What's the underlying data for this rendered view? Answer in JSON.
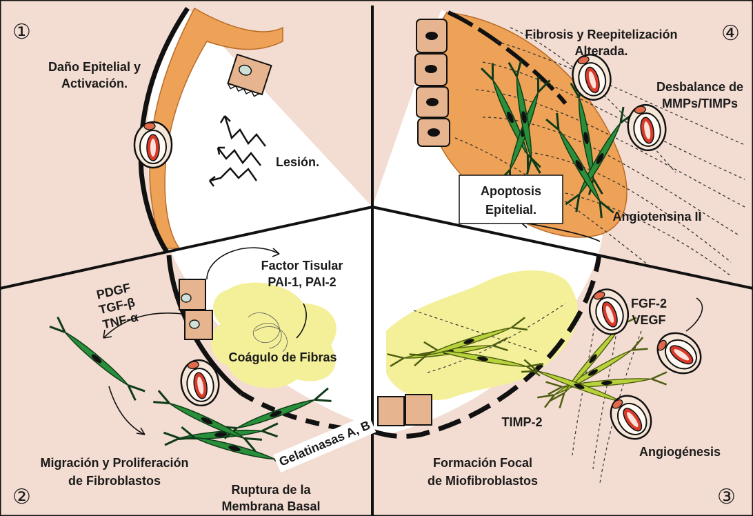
{
  "panels": [
    {
      "number": "①",
      "title_lines": [
        "Daño Epitelial y",
        "Activación."
      ],
      "labels": {
        "injury": "Lesión."
      }
    },
    {
      "number": "②",
      "title_lines": [
        "Migración y Proliferación",
        "de Fibroblastos"
      ],
      "labels": {
        "growth_factors": [
          "PDGF",
          "TGF-β",
          "TNF-α"
        ],
        "tissue_factor": [
          "Factor Tisular",
          "PAI-1, PAI-2"
        ],
        "clot": "Coágulo de Fibras",
        "basement_membrane": [
          "Ruptura de la",
          "Membrana Basal"
        ],
        "gelatinases": "Gelatinasas A, B"
      }
    },
    {
      "number": "③",
      "title_lines": [
        "Formación Focal",
        "de Miofibroblastos"
      ],
      "labels": {
        "factors": [
          "FGF-2",
          "VEGF"
        ],
        "timp": "TIMP-2",
        "angiogenesis": "Angiogénesis"
      }
    },
    {
      "number": "④",
      "title_lines": [
        "Fibrosis y Reepitelización",
        "Alterada."
      ],
      "labels": {
        "imbalance": [
          "Desbalance de",
          "MMPs/TIMPs"
        ],
        "apoptosis": [
          "Apoptosis",
          "Epitelial."
        ],
        "angiotensin": "Angiotensina II"
      }
    }
  ],
  "colors": {
    "background": "#f3dcd1",
    "lumen": "#ffffff",
    "epithelium_layer": "#eda257",
    "epithelial_cell": "#e6b48e",
    "fibroblast": "#2a8f3b",
    "myofibroblast": "#b8d23c",
    "clot": "#f4f09a",
    "red_cell": "#d93a2a",
    "outline": "#111111"
  }
}
